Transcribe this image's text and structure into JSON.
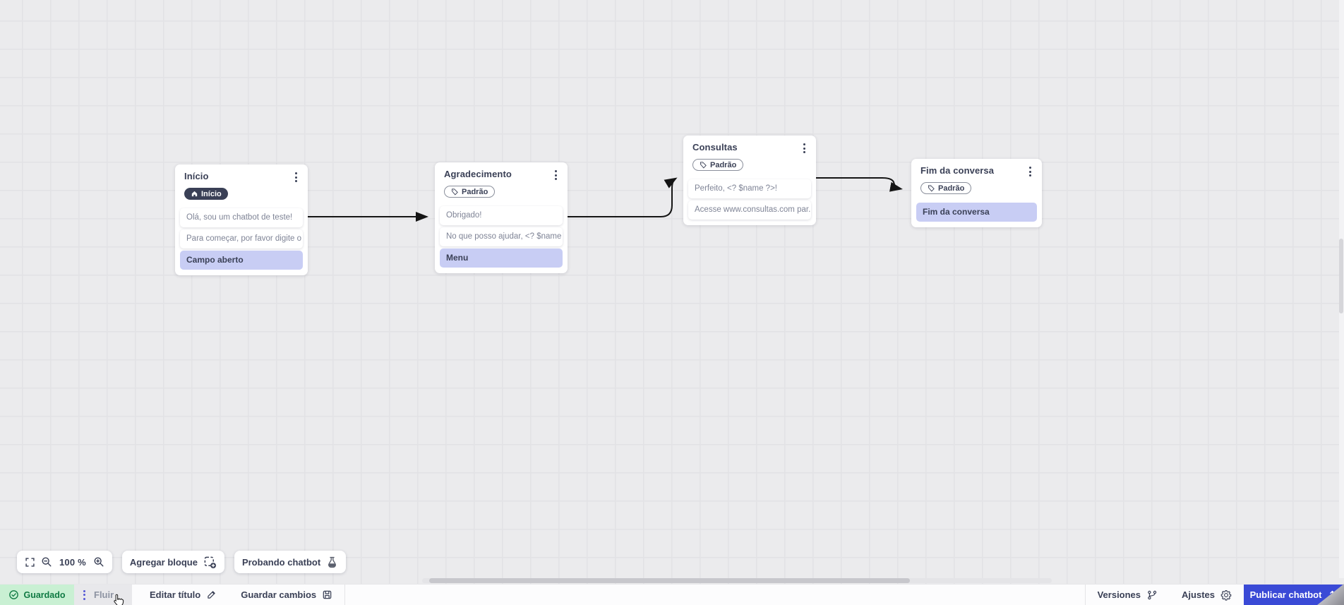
{
  "nodes": [
    {
      "title": "Início",
      "badge": "Início",
      "items": [
        {
          "text": "Olá, sou um chatbot de teste!"
        },
        {
          "text": "Para começar, por favor digite o ..."
        },
        {
          "text": "Campo aberto"
        }
      ]
    },
    {
      "title": "Agradecimento",
      "badge": "Padrão",
      "items": [
        {
          "text": "Obrigado!"
        },
        {
          "text": "No que posso ajudar, <? $name ..."
        },
        {
          "text": "Menu"
        }
      ]
    },
    {
      "title": "Consultas",
      "badge": "Padrão",
      "items": [
        {
          "text": "Perfeito, <? $name ?>!"
        },
        {
          "text": "Acesse www.consultas.com par..."
        }
      ]
    },
    {
      "title": "Fim da conversa",
      "badge": "Padrão",
      "items": [
        {
          "text": "Fim da conversa"
        }
      ]
    }
  ],
  "toolbar": {
    "zoom_level": "100 %",
    "add_block": "Agregar bloque",
    "test_chatbot": "Probando chatbot"
  },
  "status_bar": {
    "saved": "Guardado",
    "flow_tab": "Fluir",
    "edit_title": "Editar título",
    "save_changes": "Guardar cambios",
    "versions": "Versiones",
    "settings": "Ajustes",
    "publish": "Publicar chatbot"
  },
  "colors": {
    "canvas_bg": "#ebebed",
    "accent_blue": "#3a4ad6",
    "saved_green_bg": "#c9f0d3",
    "saved_green_text": "#0f7a43",
    "highlight_lavender": "#c8cdf4",
    "node_dark": "#3a4056"
  }
}
